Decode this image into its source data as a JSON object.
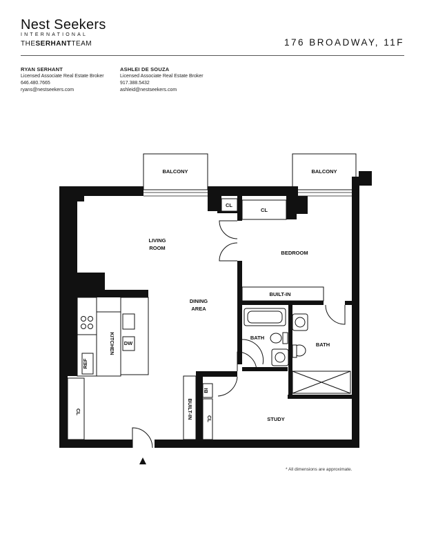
{
  "header": {
    "brand_name": "Nest Seekers",
    "brand_sub": "INTERNATIONAL",
    "team_prefix": "THE",
    "team_bold": "SERHANT",
    "team_suffix": "TEAM",
    "address": "176 BROADWAY, 11F"
  },
  "agents": [
    {
      "name": "RYAN SERHANT",
      "title": "Licensed Associate Real Estate Broker",
      "phone": "646.480.7665",
      "email": "ryans@nestseekers.com"
    },
    {
      "name": "ASHLEI DE SOUZA",
      "title": "Licensed Associate Real Estate Broker",
      "phone": "917.388.5432",
      "email": "ashleid@nestseekers.com"
    }
  ],
  "floorplan": {
    "rooms": {
      "balcony_left": "BALCONY",
      "balcony_right": "BALCONY",
      "living_1": "LIVING",
      "living_2": "ROOM",
      "dining_1": "DINING",
      "dining_2": "AREA",
      "bedroom": "BEDROOM",
      "builtin_bed": "BUILT-IN",
      "cl_small": "CL",
      "cl_bed": "CL",
      "kitchen": "KITCHEN",
      "ref": "REF",
      "dw": "DW",
      "cl_entry": "CL",
      "builtin_study": "BUILT-IN",
      "bi": "BI",
      "cl_study": "CL",
      "study": "STUDY",
      "bath_left": "BATH",
      "bath_right": "BATH"
    }
  },
  "footnote": "* All dimensions are approximate."
}
